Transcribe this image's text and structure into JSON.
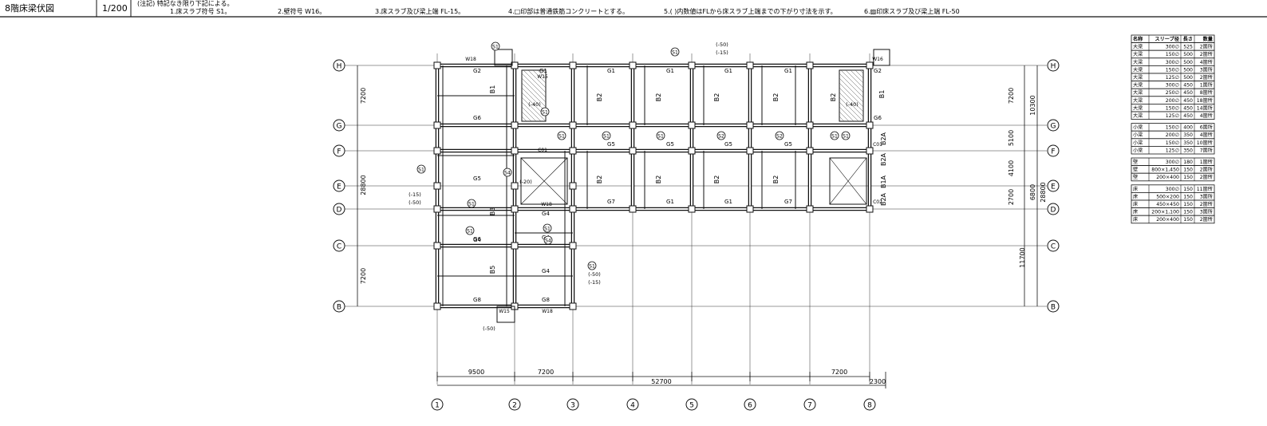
{
  "title_block": {
    "drawing_title": "8階床梁伏図",
    "scale": "1/200"
  },
  "notes": {
    "prefix": "(注記) 特記なき限り下記による。",
    "items": [
      "1.床スラブ符号 S1。",
      "2.壁符号 W16。",
      "3.床スラブ及び梁上端 FL-15。",
      "4.□印部は普通鉄筋コンクリートとする。",
      "5.( )内数値はFLから床スラブ上端までの下がり寸法を示す。",
      "6.▨印床スラブ及び梁上端 FL-50"
    ]
  },
  "grid": {
    "cols": [
      "1",
      "2",
      "3",
      "4",
      "5",
      "6",
      "7",
      "8"
    ],
    "rows": [
      "H",
      "G",
      "F",
      "E",
      "D",
      "C",
      "B"
    ],
    "col_spans": [
      "9500",
      "7200",
      "7200"
    ],
    "col_total": "52700",
    "col_extra": "2300",
    "left_spans": [
      "7200",
      "28800",
      "7200"
    ],
    "right_spans": [
      "7200",
      "5100",
      "4100",
      "2700",
      "11700"
    ],
    "right_totals": [
      "10300",
      "6800",
      "28800"
    ]
  },
  "labels": {
    "girders": [
      "G2",
      "G1",
      "G1",
      "G1",
      "G1",
      "G1",
      "G2",
      "G6",
      "G5",
      "G5",
      "G5",
      "G5",
      "G6",
      "G5",
      "G6",
      "G4",
      "G4",
      "G7",
      "G7",
      "G1",
      "G1",
      "G4",
      "G4",
      "G8",
      "G8"
    ],
    "beams": [
      "B1",
      "B2",
      "B2",
      "B2",
      "B2",
      "B2",
      "B2",
      "B3",
      "B5",
      "B1",
      "B2",
      "B2",
      "B2",
      "B2A",
      "B2A",
      "B1A",
      "B2A"
    ],
    "walls": [
      "W18",
      "W18",
      "W18",
      "W15",
      "W16",
      "W15"
    ],
    "slabs": [
      "S1",
      "S1",
      "S1",
      "S1",
      "S1",
      "S1",
      "S2",
      "S2",
      "S1",
      "S1",
      "S1",
      "S4",
      "S1",
      "S1",
      "S1",
      "S4",
      "S1"
    ],
    "levels": [
      "(-50)",
      "(-15)",
      "(-15)",
      "(-50)",
      "(-50)",
      "(-15)",
      "(-40)",
      "(-40)",
      "(-20)",
      "(-50)"
    ],
    "columns_tag": [
      "C01",
      "C02",
      "C01"
    ]
  },
  "sleeve_table": {
    "headers": [
      "名称",
      "スリーブ径",
      "長さ",
      "数量"
    ],
    "groups": [
      [
        [
          "大梁",
          "300∅",
          "525",
          "2箇所"
        ],
        [
          "大梁",
          "150∅",
          "500",
          "2箇所"
        ],
        [
          "大梁",
          "300∅",
          "500",
          "4箇所"
        ],
        [
          "大梁",
          "150∅",
          "500",
          "3箇所"
        ],
        [
          "大梁",
          "125∅",
          "500",
          "2箇所"
        ],
        [
          "大梁",
          "300∅",
          "450",
          "1箇所"
        ],
        [
          "大梁",
          "250∅",
          "450",
          "8箇所"
        ],
        [
          "大梁",
          "200∅",
          "450",
          "18箇所"
        ],
        [
          "大梁",
          "150∅",
          "450",
          "14箇所"
        ],
        [
          "大梁",
          "125∅",
          "450",
          "4箇所"
        ]
      ],
      [
        [
          "小梁",
          "150∅",
          "400",
          "6箇所"
        ],
        [
          "小梁",
          "200∅",
          "350",
          "4箇所"
        ],
        [
          "小梁",
          "150∅",
          "350",
          "10箇所"
        ],
        [
          "小梁",
          "125∅",
          "350",
          "7箇所"
        ]
      ],
      [
        [
          "壁",
          "300∅",
          "180",
          "1箇所"
        ],
        [
          "壁",
          "800×1,450",
          "150",
          "2箇所"
        ],
        [
          "壁",
          "200×400",
          "150",
          "2箇所"
        ]
      ],
      [
        [
          "床",
          "300∅",
          "150",
          "11箇所"
        ],
        [
          "床",
          "500×200",
          "150",
          "3箇所"
        ],
        [
          "床",
          "450×450",
          "150",
          "2箇所"
        ],
        [
          "床",
          "200×1,100",
          "150",
          "3箇所"
        ],
        [
          "床",
          "200×400",
          "150",
          "2箇所"
        ]
      ]
    ]
  }
}
